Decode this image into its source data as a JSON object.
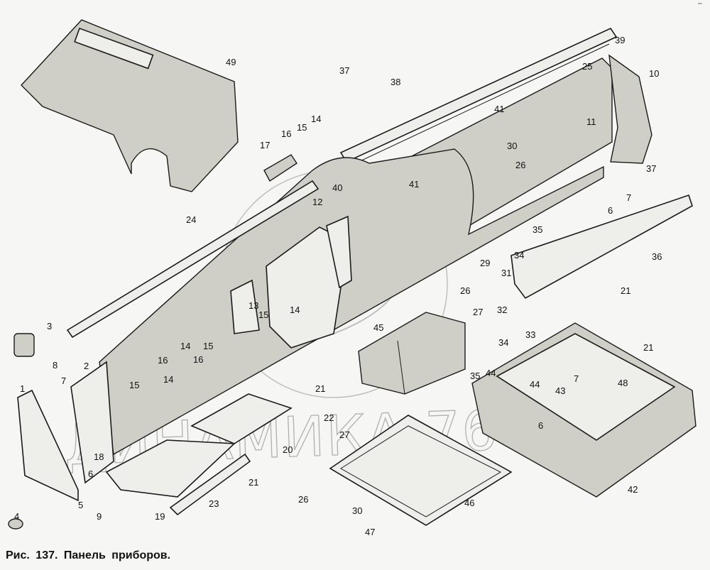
{
  "caption": "Рис. 137. Панель приборов.",
  "corner_mark": "ᵃᵗᵐ",
  "watermark": "ДИНАМИКА 76",
  "callouts": [
    "49",
    "39",
    "10",
    "25",
    "11",
    "37",
    "38",
    "41",
    "14",
    "16",
    "15",
    "17",
    "30",
    "26",
    "37",
    "41",
    "40",
    "12",
    "7",
    "6",
    "24",
    "35",
    "34",
    "36",
    "29",
    "31",
    "13",
    "15",
    "14",
    "26",
    "21",
    "27",
    "32",
    "3",
    "45",
    "33",
    "34",
    "21",
    "14",
    "15",
    "16",
    "16",
    "8",
    "2",
    "7",
    "15",
    "14",
    "35",
    "44",
    "44",
    "43",
    "7",
    "48",
    "1",
    "21",
    "22",
    "27",
    "6",
    "18",
    "20",
    "6",
    "21",
    "42",
    "5",
    "9",
    "23",
    "19",
    "26",
    "46",
    "30",
    "47",
    "4"
  ]
}
